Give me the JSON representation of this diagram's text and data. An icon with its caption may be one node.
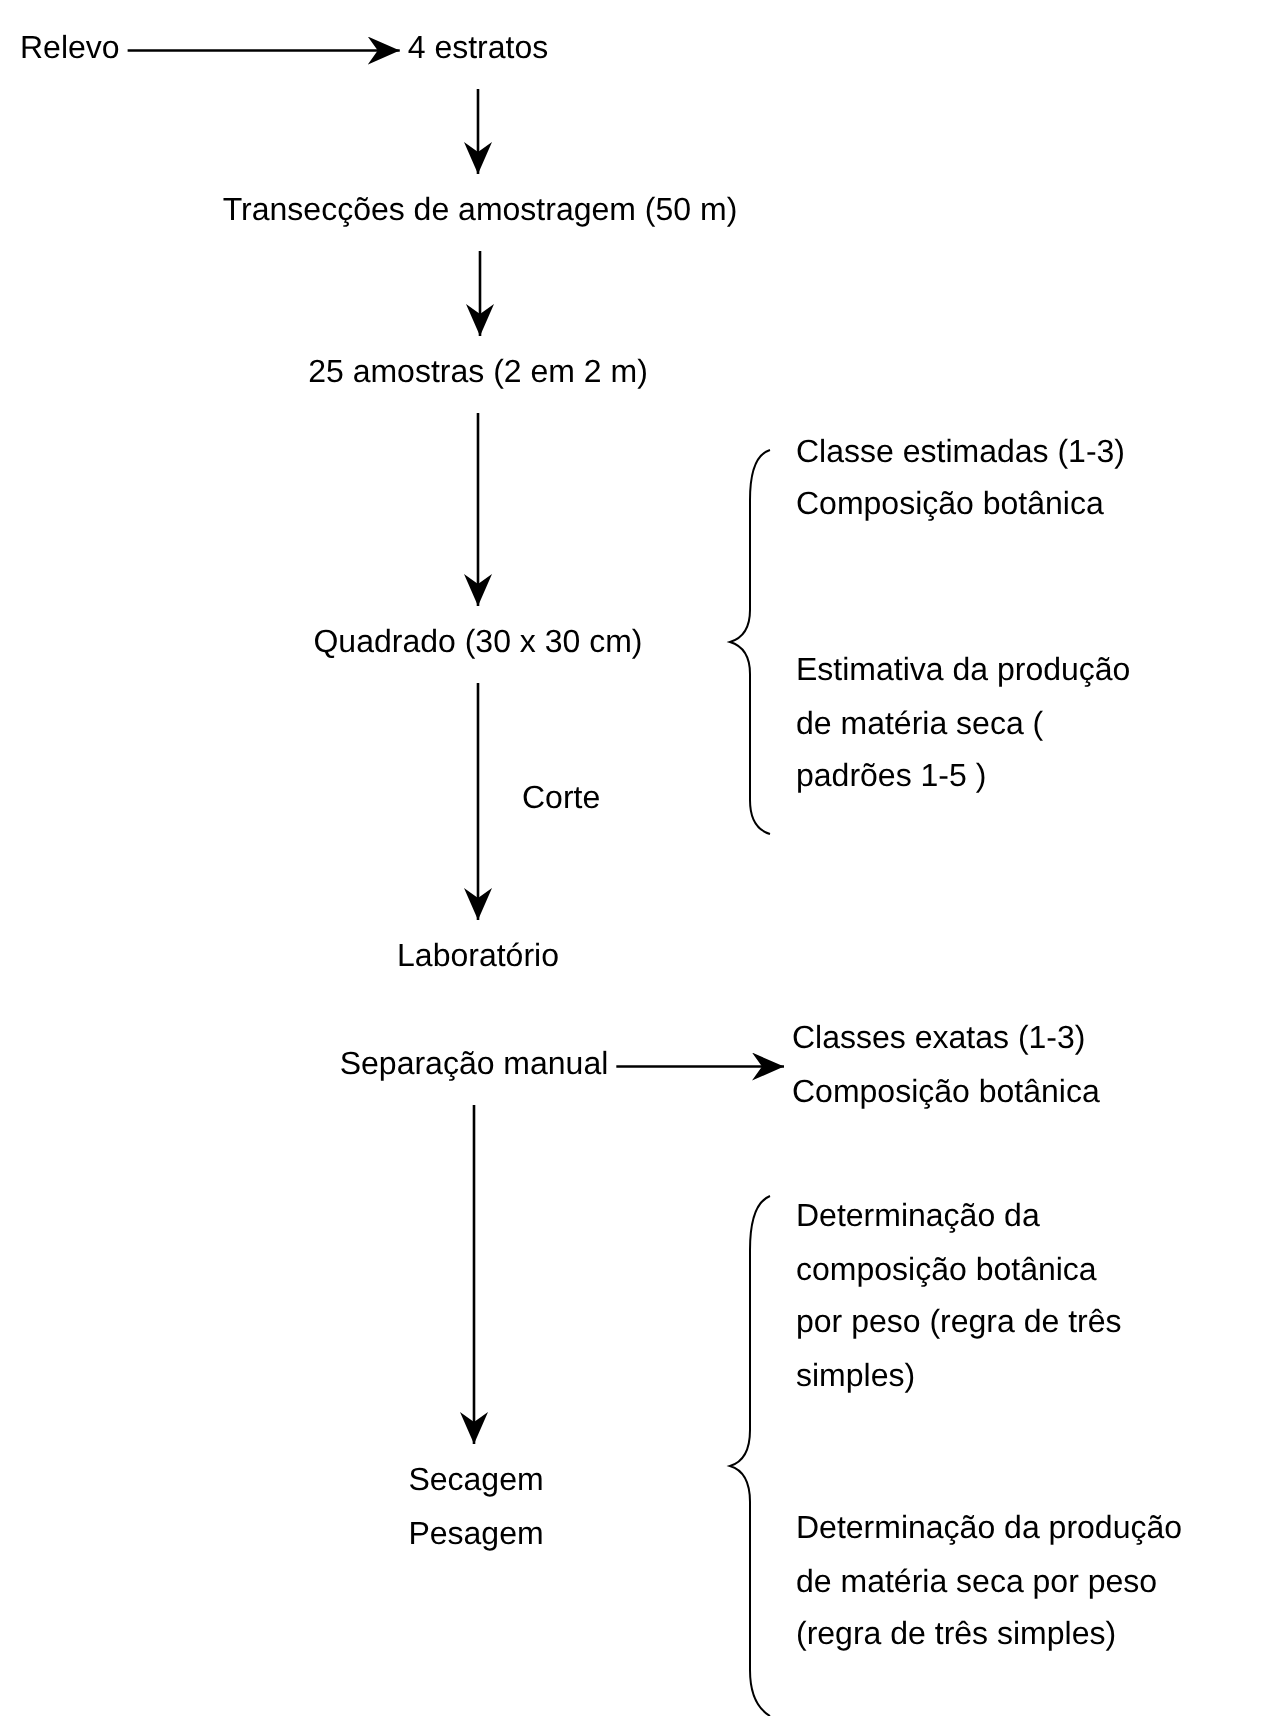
{
  "diagram": {
    "nodes": [
      {
        "text": [
          "Relevo"
        ]
      },
      {
        "text": [
          "4 estratos"
        ]
      },
      {
        "text": [
          "Transecções de amostragem (50 m)"
        ]
      },
      {
        "text": [
          "25 amostras (2 em 2 m)"
        ]
      },
      {
        "text": [
          "Quadrado (30 x 30 cm)"
        ]
      },
      {
        "text": [
          "Laboratório"
        ]
      },
      {
        "text": [
          "Separação manual"
        ]
      },
      {
        "text": [
          "Classes exatas (1-3)",
          "Composição botânica"
        ]
      },
      {
        "text": [
          "Secagem",
          "Pesagem"
        ]
      }
    ],
    "labels": [
      "Classe estimadas (1-3)",
      "Composição botânica",
      "Estimativa da produção de matéria seca ( padrões 1-5 )",
      "Determinação da composição botânica por peso (regra de três simples)",
      "Determinação da produção de matéria seca por peso (regra de três simples)"
    ],
    "edges": [
      {
        "from": 0,
        "to": 1,
        "arrow": "to"
      },
      {
        "from": 1,
        "to": 2,
        "arrow": "to"
      },
      {
        "from": 2,
        "to": 3,
        "arrow": "to"
      },
      {
        "from": 3,
        "to": 4,
        "arrow": "to"
      },
      {
        "from": 4,
        "to": 5,
        "label": "Corte",
        "arrow": "to"
      },
      {
        "from": 6,
        "to": 7,
        "arrow": "to"
      },
      {
        "from": 6,
        "to": 8,
        "arrow": "to"
      }
    ]
  }
}
